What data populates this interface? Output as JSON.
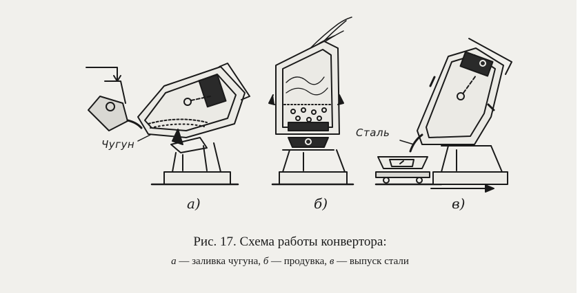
{
  "figure": {
    "panels": [
      {
        "label": "а)",
        "callout": "Чугун"
      },
      {
        "label": "б)"
      },
      {
        "label": "в)",
        "callout": "Сталь"
      }
    ]
  },
  "caption": {
    "title": "Рис. 17. Схема работы конвертора:",
    "legend": [
      {
        "key": "а",
        "text": "заливка чугуна,"
      },
      {
        "key": "б",
        "text": "продувка,"
      },
      {
        "key": "в",
        "text": "выпуск стали"
      }
    ],
    "dash": "—"
  }
}
